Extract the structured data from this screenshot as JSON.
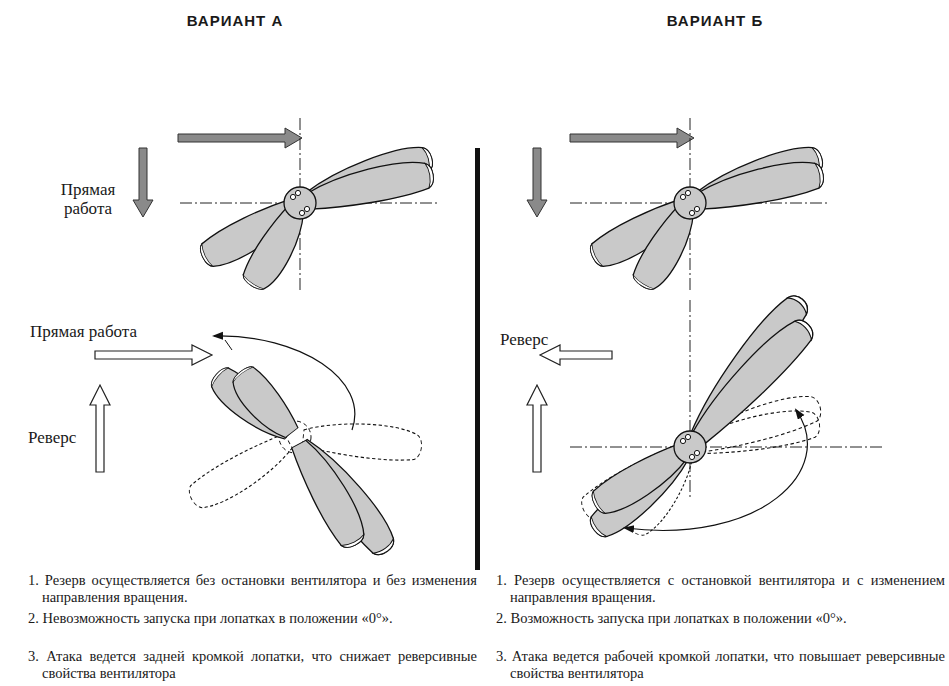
{
  "diagram": {
    "labels": [
      "ВАРИАНТ А",
      "ВАРИАНТ Б",
      "Прямая работа",
      "Прямая работа",
      "Реверс",
      "Реверс",
      "1. Резерв осуществляется без остановки вентилятора и без изменения направления вращения.",
      "2. Невозможность запуска при лопатках в положении «0°».",
      "3. Атака ведется задней кромкой лопатки, что снижает реверсивные свойства вентилятора",
      "1. Резерв осуществляется с остановкой вентилятора и с изменением направления вращения.",
      "2. Возможность запуска при лопатках в положении «0°».",
      "3. Атака ведется рабочей кромкой лопатки, что повышает реверсивные свойства вентилятора"
    ]
  }
}
